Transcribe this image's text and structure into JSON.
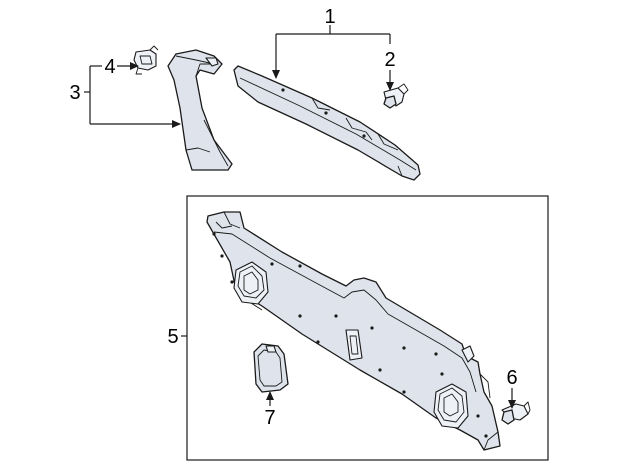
{
  "callouts": [
    "1",
    "2",
    "3",
    "4",
    "5",
    "6",
    "7"
  ],
  "colors": {
    "line": "#1a1a1a",
    "part_fill": "#dfe4ec",
    "part_fill_light": "#eef1f6",
    "background": "#ffffff"
  }
}
